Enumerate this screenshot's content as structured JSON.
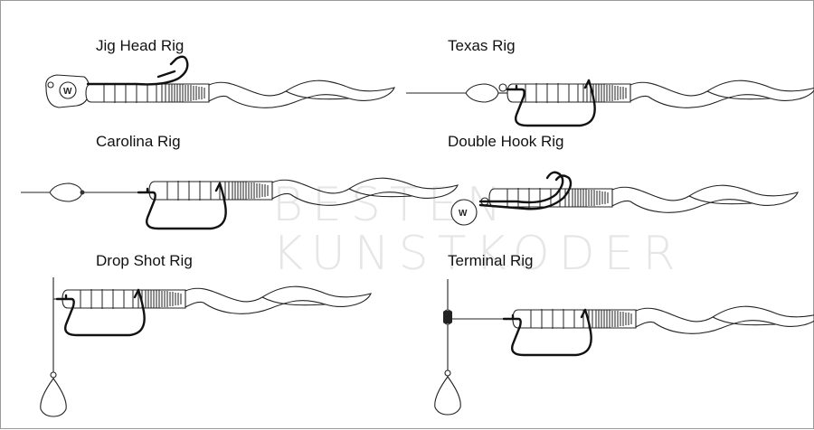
{
  "watermark": {
    "line1": "BESTEN",
    "line2": "KUNSTKODER"
  },
  "rigs": [
    {
      "label": "Jig Head Rig"
    },
    {
      "label": "Texas Rig"
    },
    {
      "label": "Carolina Rig"
    },
    {
      "label": "Double Hook Rig"
    },
    {
      "label": "Drop Shot Rig"
    },
    {
      "label": "Terminal Rig"
    }
  ]
}
